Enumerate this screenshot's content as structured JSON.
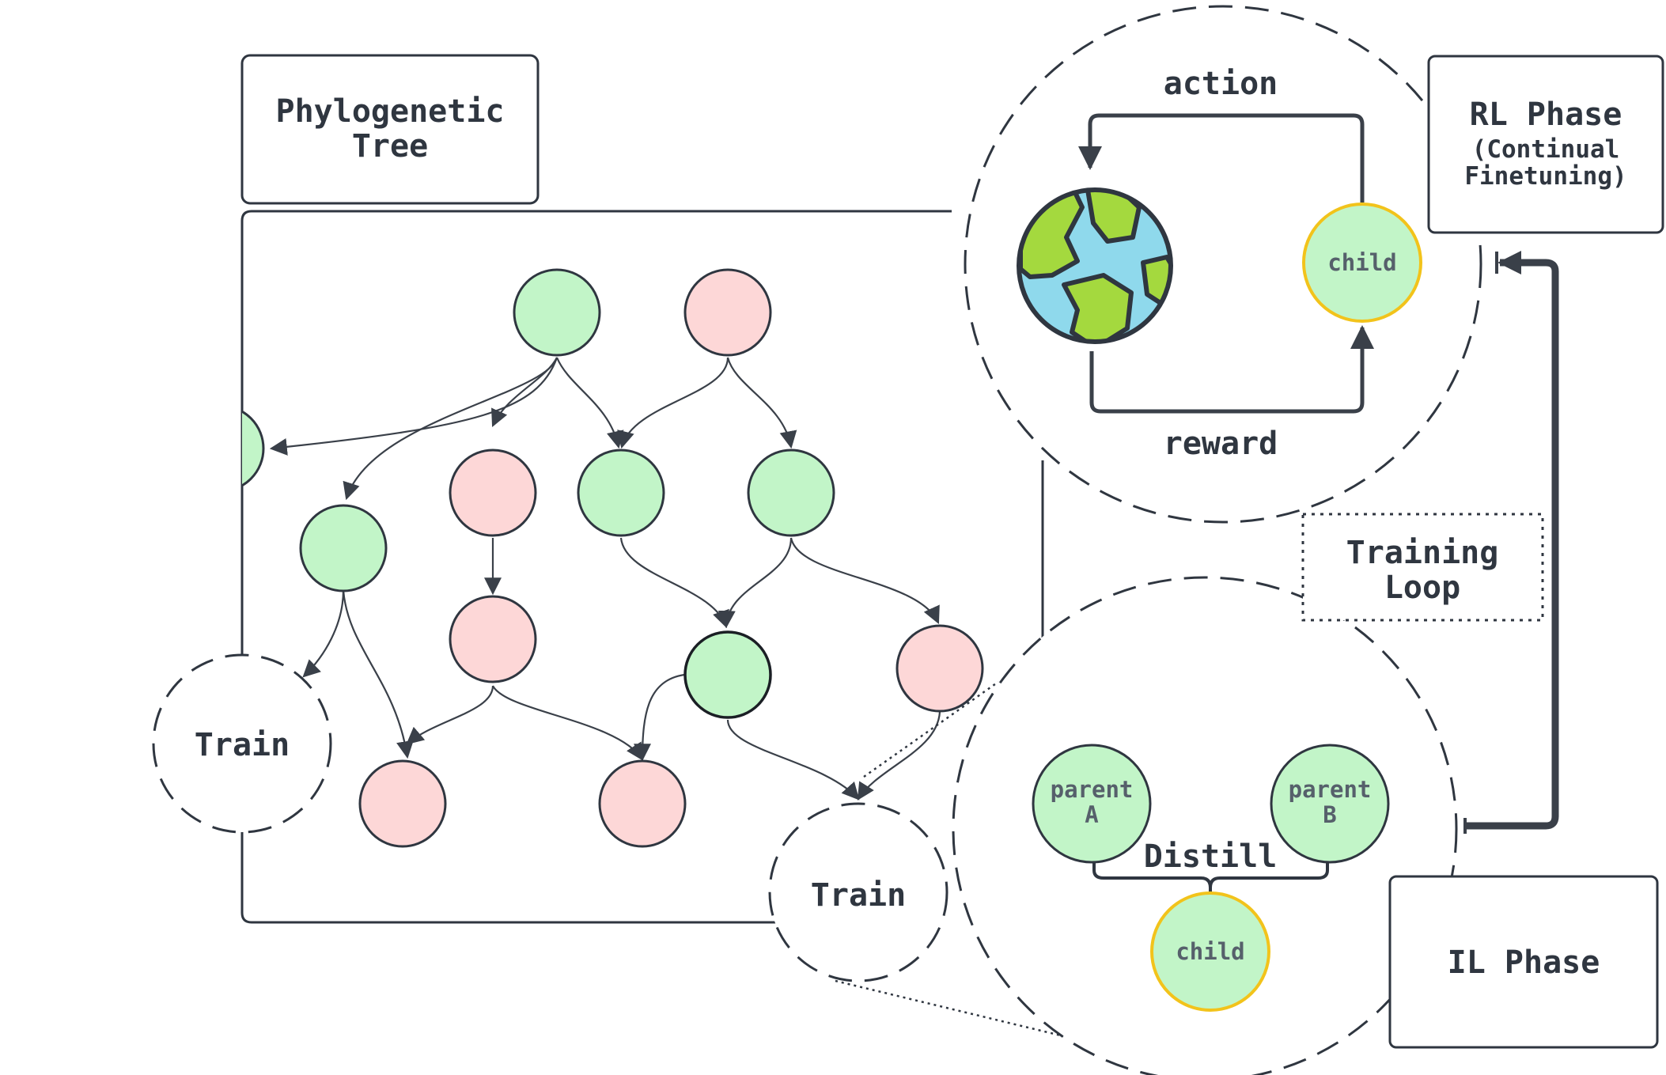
{
  "labels": {
    "phylogenetic_tree": [
      "Phylogenetic",
      "Tree"
    ],
    "rl_phase": [
      "RL Phase",
      "(Continual",
      "Finetuning)"
    ],
    "il_phase": "IL Phase",
    "training_loop": [
      "Training",
      "Loop"
    ],
    "action": "action",
    "reward": "reward",
    "child_rl": "child",
    "child_il": "child",
    "parent_a": [
      "parent",
      "A"
    ],
    "parent_b": [
      "parent",
      "B"
    ],
    "distill": "Distill",
    "train_left": "Train",
    "train_right": "Train"
  },
  "colors": {
    "green_node": "#c2f5c8",
    "pink_node": "#fdd7d7",
    "outline": "#2f3640",
    "child_outline": "#f2c31b",
    "earth_land": "#a4d93e",
    "earth_water": "#8fd9ec"
  }
}
